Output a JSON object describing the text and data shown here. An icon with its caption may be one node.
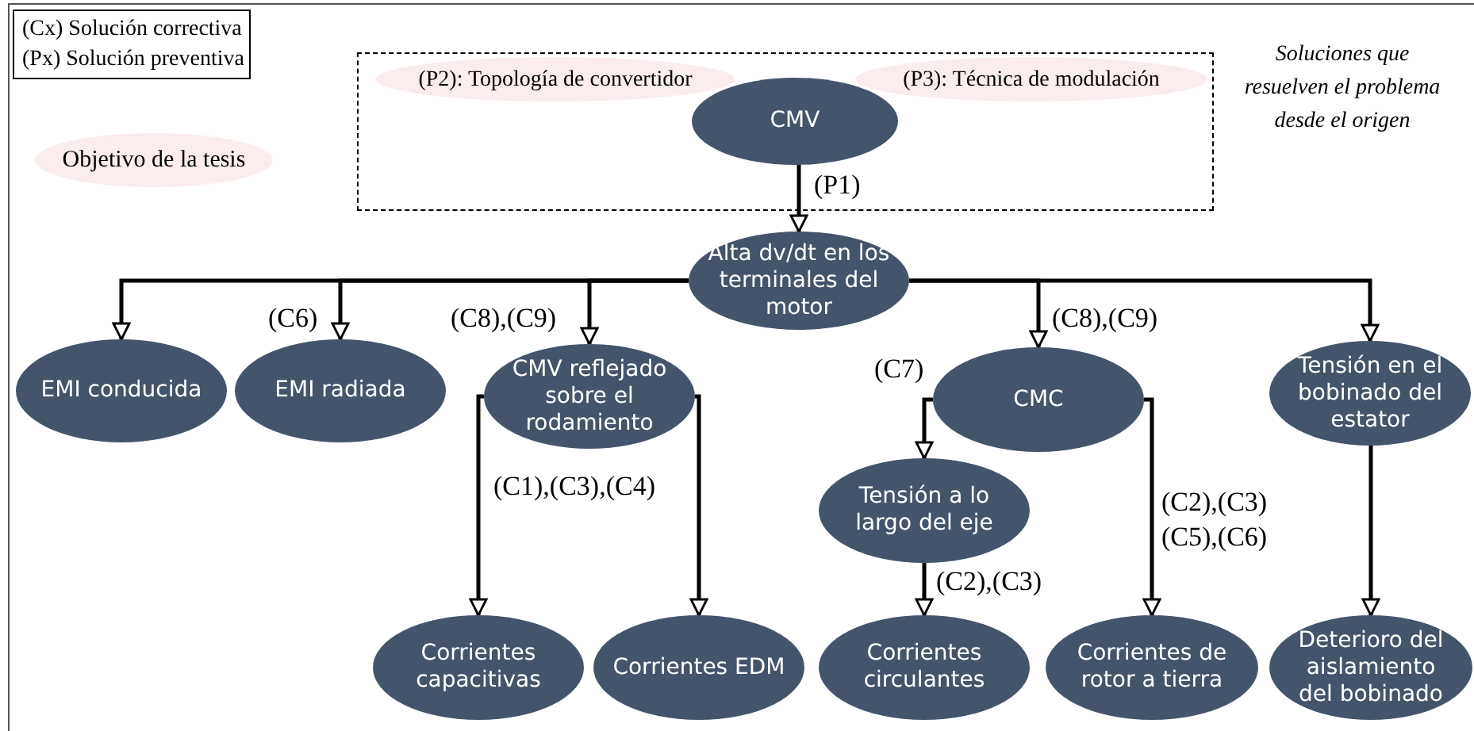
{
  "diagram": {
    "nodes": [
      {
        "text": [],
        "shape": "box",
        "beside": [
          "Soluciones que resuelven el problema desde el origen"
        ]
      },
      {
        "text": [
          "(P2): Topología de convertidor"
        ],
        "in": 0
      },
      {
        "text": [
          "(P3): Técnica de modulación"
        ],
        "in": 0
      },
      {
        "text": [
          "CMV"
        ],
        "in": 0
      },
      {
        "text": [
          "Alta dv/dt en los terminales del motor"
        ]
      },
      {
        "text": [
          "EMI conducida"
        ]
      },
      {
        "text": [
          "EMI radiada"
        ]
      },
      {
        "text": [
          "CMV reflejado sobre el rodamiento"
        ]
      },
      {
        "text": [
          "CMC"
        ]
      },
      {
        "text": [
          "Tensión en el bobinado del estator"
        ]
      },
      {
        "text": [
          "Tensión a lo largo del eje"
        ]
      },
      {
        "text": [
          "Corrientes capacitivas"
        ]
      },
      {
        "text": [
          "Corrientes EDM"
        ]
      },
      {
        "text": [
          "Corrientes circulantes"
        ]
      },
      {
        "text": [
          "Corrientes de rotor a tierra"
        ]
      },
      {
        "text": [
          "Deterioro del aislamiento del bobinado"
        ]
      },
      {
        "text": [
          "(Cx) Solución correctiva",
          "(Px) Solución preventiva"
        ]
      }
    ],
    "edges": [
      {
        "from": 3,
        "to": 4,
        "arrow": "to",
        "label": "(P1)"
      },
      {
        "from": 4,
        "to": 5,
        "arrow": "to"
      },
      {
        "from": 4,
        "to": 6,
        "arrow": "to",
        "label": "(C6)"
      },
      {
        "from": 4,
        "to": 7,
        "arrow": "to",
        "label": "(C8),(C9)"
      },
      {
        "from": 4,
        "to": 8,
        "arrow": "to",
        "label": "(C8),(C9)"
      },
      {
        "from": 4,
        "to": 9,
        "arrow": "to"
      },
      {
        "from": 7,
        "to": 11,
        "arrow": "to",
        "label": "(C1),(C3),(C4)"
      },
      {
        "from": 7,
        "to": 12,
        "arrow": "to"
      },
      {
        "from": 8,
        "to": 10,
        "arrow": "to",
        "label": "(C7)"
      },
      {
        "from": 8,
        "to": 14,
        "arrow": "to",
        "label": "(C2),(C3) (C5),(C6)"
      },
      {
        "from": 10,
        "to": 13,
        "arrow": "to",
        "label": "(C2),(C3)"
      },
      {
        "from": 9,
        "to": 15,
        "arrow": "to"
      }
    ],
    "legend": [
      {
        "text": "Objetivo de la tesis",
        "color": "#fbeced"
      }
    ]
  }
}
